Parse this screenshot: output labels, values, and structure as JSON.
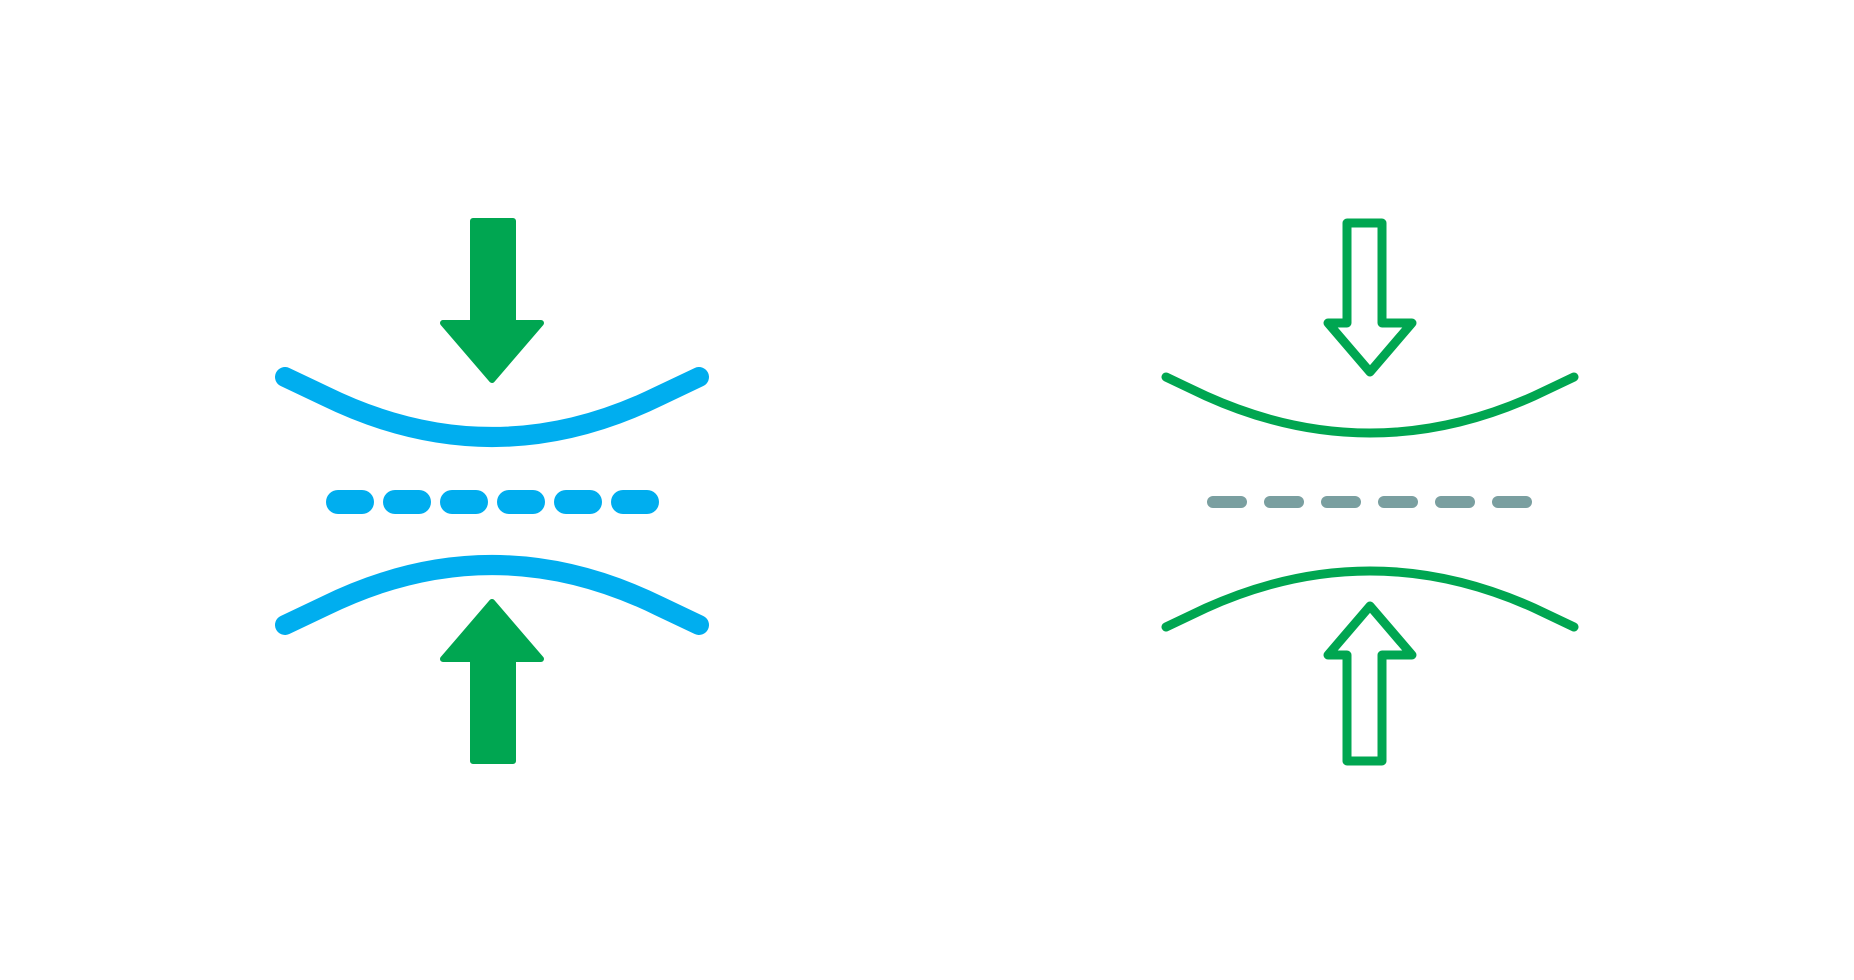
{
  "icons": [
    {
      "id": "filled",
      "style": "filled",
      "name": "compression-icon-filled",
      "colors": {
        "arrow": "#00a651",
        "curve": "#00aeef",
        "dash": "#00aeef"
      }
    },
    {
      "id": "outline",
      "style": "outline",
      "name": "compression-icon-outline",
      "colors": {
        "arrow": "#00a651",
        "curve": "#00a651",
        "dash": "#7a9fa0"
      }
    }
  ]
}
